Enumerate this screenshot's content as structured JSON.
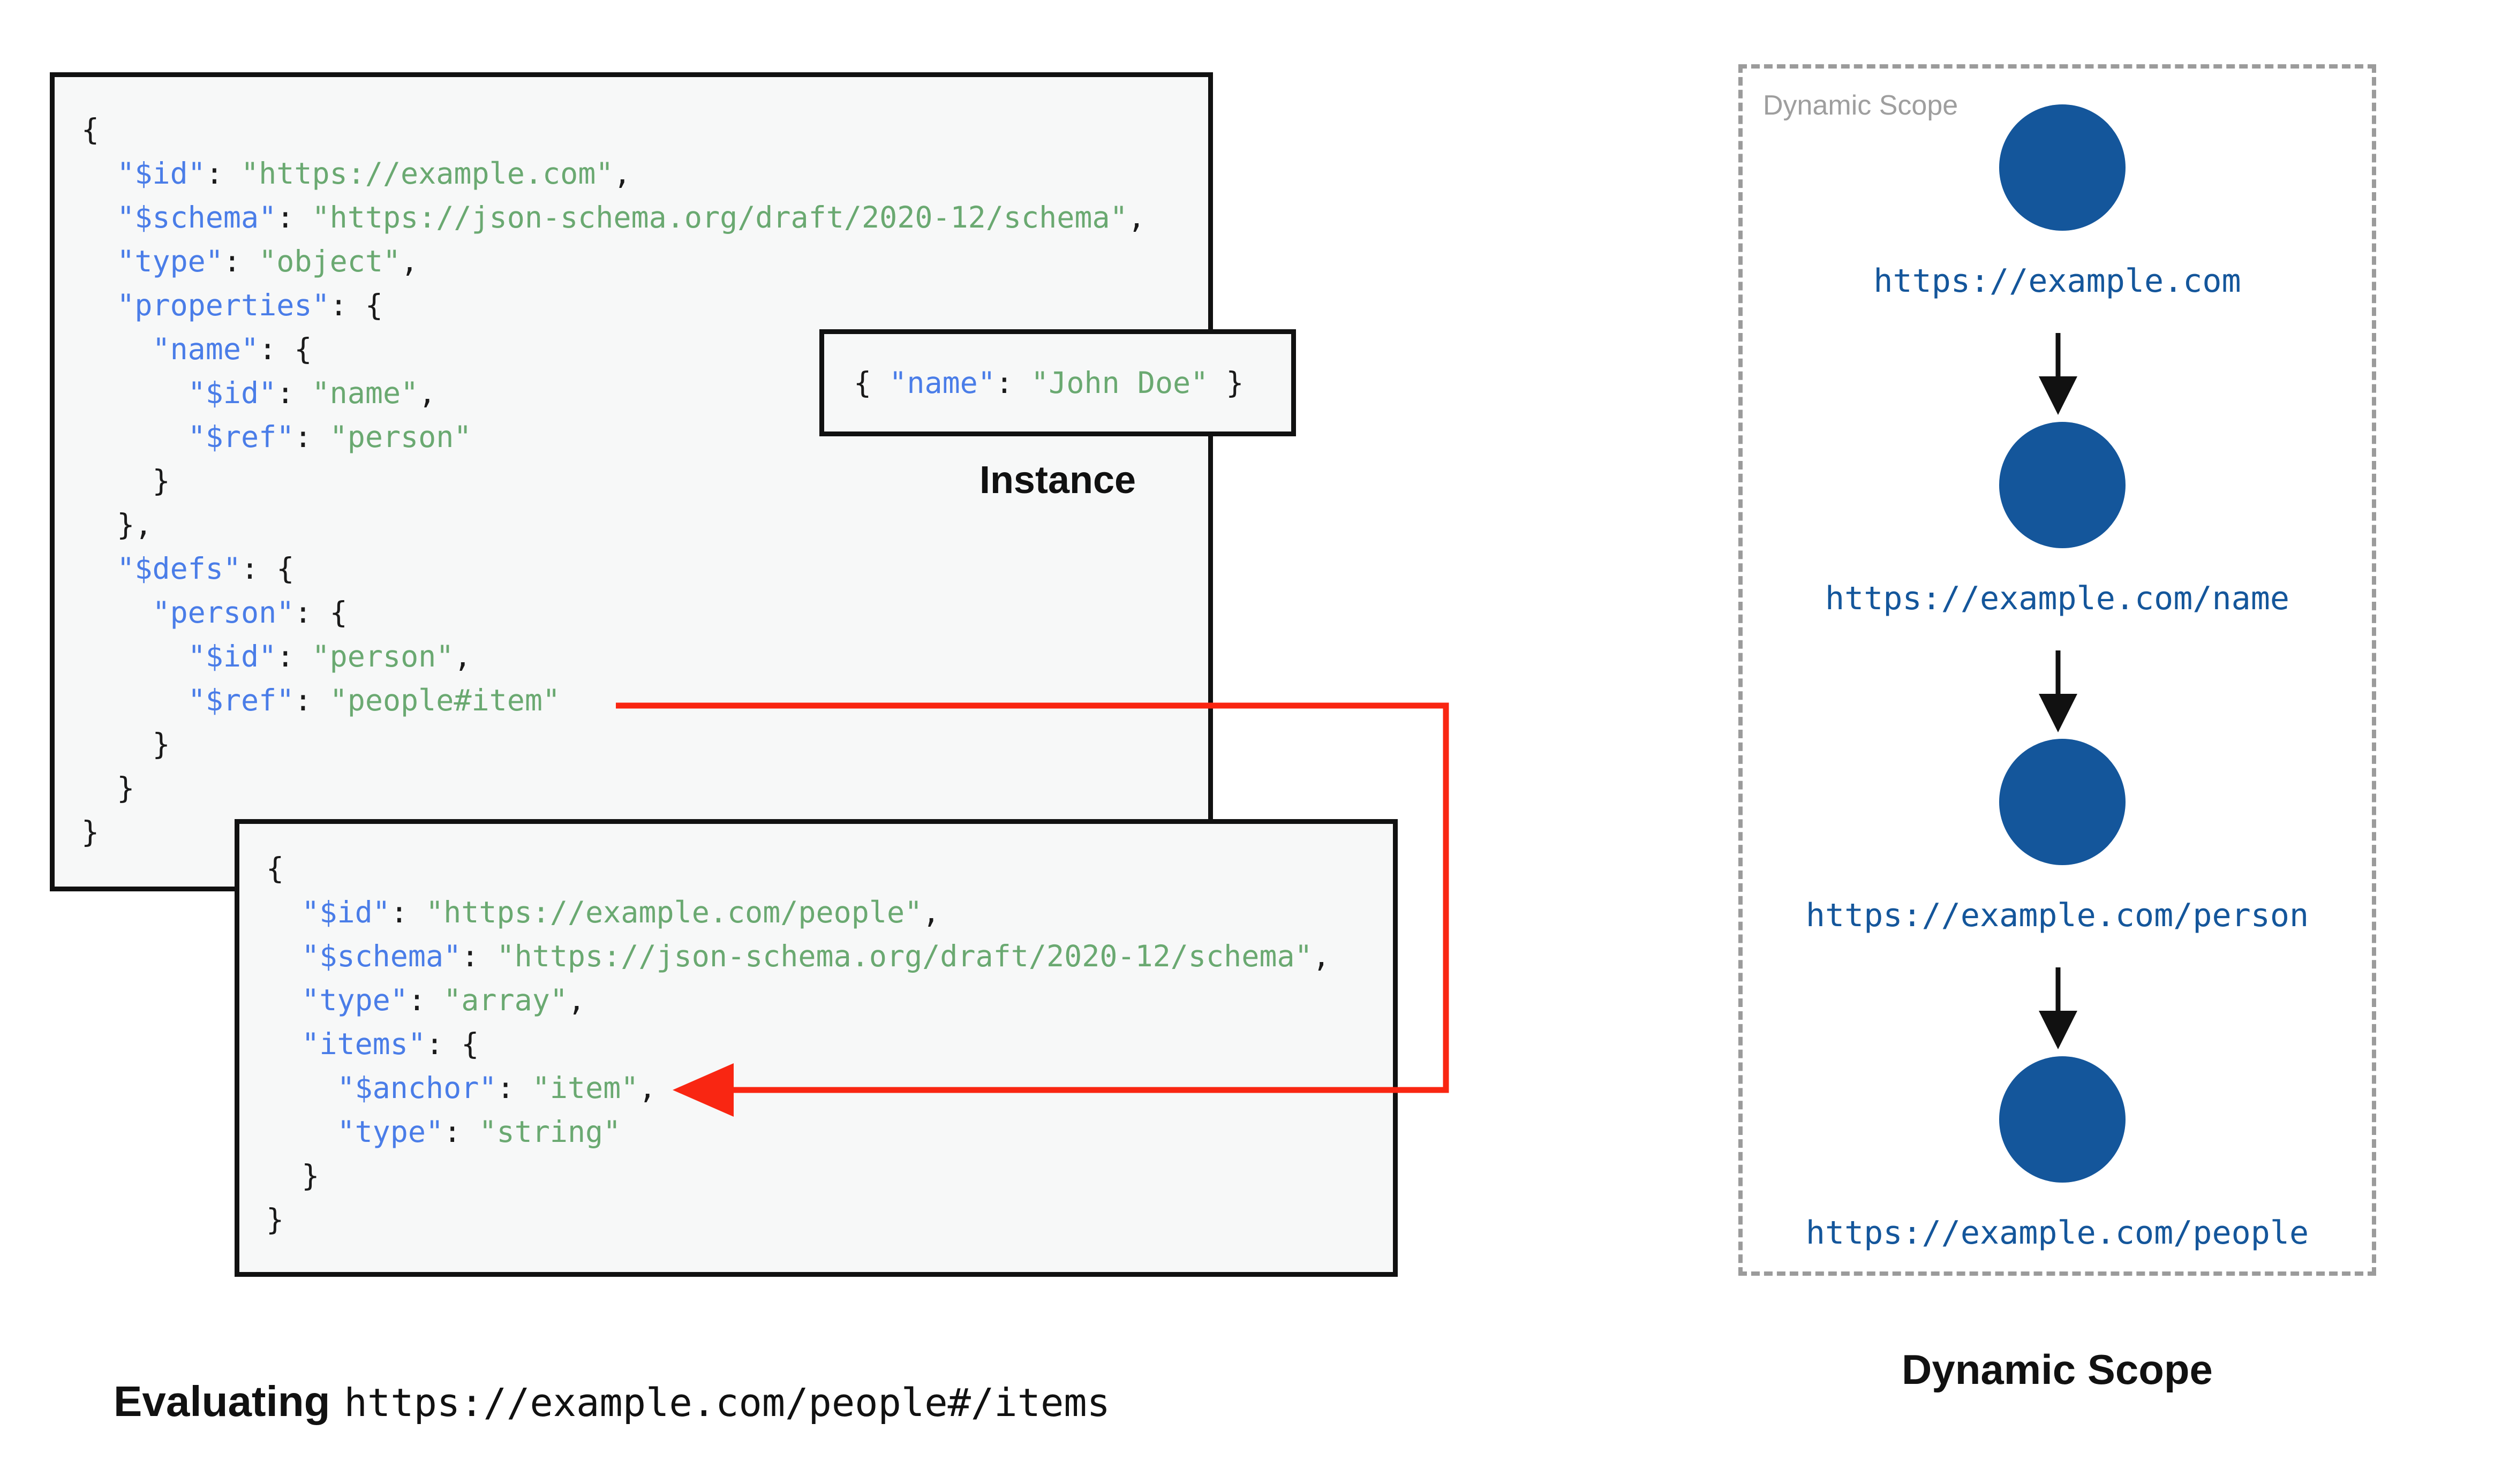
{
  "colors": {
    "key": "#4a7de8",
    "string": "#6aa971",
    "plain": "#1a1a1a",
    "node_fill": "#14569b",
    "url_text": "#14569b",
    "arrow_red": "#f92612",
    "arrow_black": "#111111",
    "watermark": "#9e9e9e",
    "panel_border": "#9b9b9b",
    "box_bg": "#f7f8f8",
    "box_border": "#111111"
  },
  "schema1": {
    "lines": [
      [
        [
          "{",
          "p"
        ]
      ],
      [
        [
          "  ",
          "p"
        ],
        [
          "\"$id\"",
          "k"
        ],
        [
          ": ",
          "p"
        ],
        [
          "\"https://example.com\"",
          "s"
        ],
        [
          ",",
          "p"
        ]
      ],
      [
        [
          "  ",
          "p"
        ],
        [
          "\"$schema\"",
          "k"
        ],
        [
          ": ",
          "p"
        ],
        [
          "\"https://json-schema.org/draft/2020-12/schema\"",
          "s"
        ],
        [
          ",",
          "p"
        ]
      ],
      [
        [
          "  ",
          "p"
        ],
        [
          "\"type\"",
          "k"
        ],
        [
          ": ",
          "p"
        ],
        [
          "\"object\"",
          "s"
        ],
        [
          ",",
          "p"
        ]
      ],
      [
        [
          "  ",
          "p"
        ],
        [
          "\"properties\"",
          "k"
        ],
        [
          ": {",
          "p"
        ]
      ],
      [
        [
          "    ",
          "p"
        ],
        [
          "\"name\"",
          "k"
        ],
        [
          ": {",
          "p"
        ]
      ],
      [
        [
          "      ",
          "p"
        ],
        [
          "\"$id\"",
          "k"
        ],
        [
          ": ",
          "p"
        ],
        [
          "\"name\"",
          "s"
        ],
        [
          ",",
          "p"
        ]
      ],
      [
        [
          "      ",
          "p"
        ],
        [
          "\"$ref\"",
          "k"
        ],
        [
          ": ",
          "p"
        ],
        [
          "\"person\"",
          "s"
        ]
      ],
      [
        [
          "    }",
          "p"
        ]
      ],
      [
        [
          "  },",
          "p"
        ]
      ],
      [
        [
          "  ",
          "p"
        ],
        [
          "\"$defs\"",
          "k"
        ],
        [
          ": {",
          "p"
        ]
      ],
      [
        [
          "    ",
          "p"
        ],
        [
          "\"person\"",
          "k"
        ],
        [
          ": {",
          "p"
        ]
      ],
      [
        [
          "      ",
          "p"
        ],
        [
          "\"$id\"",
          "k"
        ],
        [
          ": ",
          "p"
        ],
        [
          "\"person\"",
          "s"
        ],
        [
          ",",
          "p"
        ]
      ],
      [
        [
          "      ",
          "p"
        ],
        [
          "\"$ref\"",
          "k"
        ],
        [
          ": ",
          "p"
        ],
        [
          "\"people#item\"",
          "s"
        ]
      ],
      [
        [
          "    }",
          "p"
        ]
      ],
      [
        [
          "  }",
          "p"
        ]
      ],
      [
        [
          "}",
          "p"
        ]
      ]
    ]
  },
  "schema2": {
    "lines": [
      [
        [
          "{",
          "p"
        ]
      ],
      [
        [
          "  ",
          "p"
        ],
        [
          "\"$id\"",
          "k"
        ],
        [
          ": ",
          "p"
        ],
        [
          "\"https://example.com/people\"",
          "s"
        ],
        [
          ",",
          "p"
        ]
      ],
      [
        [
          "  ",
          "p"
        ],
        [
          "\"$schema\"",
          "k"
        ],
        [
          ": ",
          "p"
        ],
        [
          "\"https://json-schema.org/draft/2020-12/schema\"",
          "s"
        ],
        [
          ",",
          "p"
        ]
      ],
      [
        [
          "  ",
          "p"
        ],
        [
          "\"type\"",
          "k"
        ],
        [
          ": ",
          "p"
        ],
        [
          "\"array\"",
          "s"
        ],
        [
          ",",
          "p"
        ]
      ],
      [
        [
          "  ",
          "p"
        ],
        [
          "\"items\"",
          "k"
        ],
        [
          ": {",
          "p"
        ]
      ],
      [
        [
          "    ",
          "p"
        ],
        [
          "\"$anchor\"",
          "k"
        ],
        [
          ": ",
          "p"
        ],
        [
          "\"item\"",
          "s"
        ],
        [
          ",",
          "p"
        ]
      ],
      [
        [
          "    ",
          "p"
        ],
        [
          "\"type\"",
          "k"
        ],
        [
          ": ",
          "p"
        ],
        [
          "\"string\"",
          "s"
        ]
      ],
      [
        [
          "  }",
          "p"
        ]
      ],
      [
        [
          "}",
          "p"
        ]
      ]
    ]
  },
  "instance": {
    "segments": [
      [
        "{ ",
        "p"
      ],
      [
        "\"name\"",
        "k"
      ],
      [
        ": ",
        "p"
      ],
      [
        "\"John Doe\"",
        "s"
      ],
      [
        " }",
        "p"
      ]
    ],
    "label": "Instance"
  },
  "evaluating": {
    "prefix": "Evaluating",
    "uri": "https://example.com/people#/items"
  },
  "dynamic_scope": {
    "watermark": "Dynamic Scope",
    "caption": "Dynamic Scope",
    "nodes": [
      {
        "url": "https://example.com"
      },
      {
        "url": "https://example.com/name"
      },
      {
        "url": "https://example.com/person"
      },
      {
        "url": "https://example.com/people"
      }
    ]
  }
}
